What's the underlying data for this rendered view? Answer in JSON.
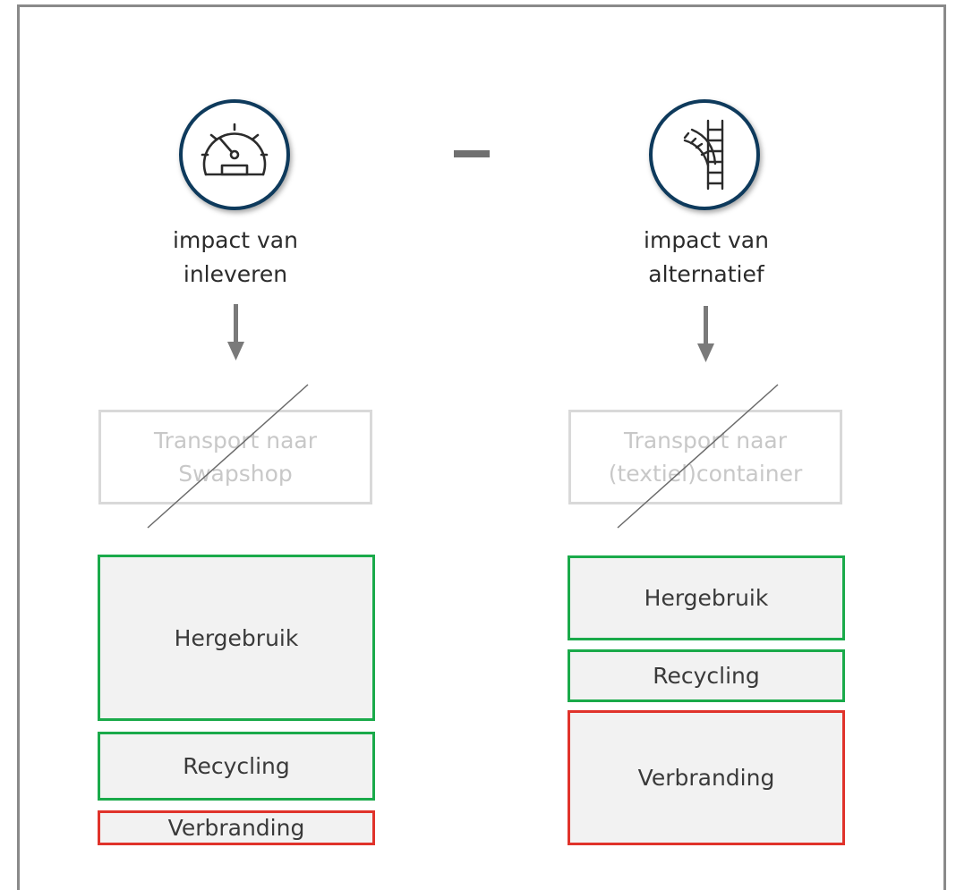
{
  "operator": "−",
  "left": {
    "caption_line1": "impact van",
    "caption_line2": "inleveren",
    "icon": "speedometer-icon",
    "transport_line1": "Transport naar",
    "transport_line2": "Swapshop",
    "boxes": {
      "reuse": "Hergebruik",
      "recycling": "Recycling",
      "incineration": "Verbranding"
    }
  },
  "right": {
    "caption_line1": "impact van",
    "caption_line2": "alternatief",
    "icon": "railroad-switch-icon",
    "transport_line1": "Transport naar",
    "transport_line2": "(textiel)container",
    "boxes": {
      "reuse": "Hergebruik",
      "recycling": "Recycling",
      "incineration": "Verbranding"
    }
  },
  "colors": {
    "circle_border": "#0e3a5c",
    "green": "#1aaa4a",
    "red": "#e0332b",
    "box_fill": "#f2f2f2",
    "crossed_out": "#c8c8c8"
  }
}
